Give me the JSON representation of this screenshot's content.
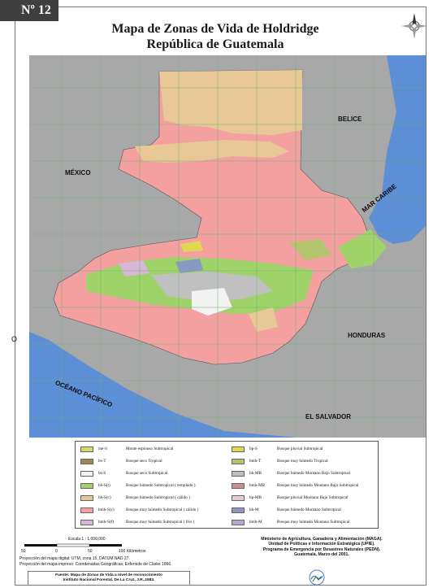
{
  "header": {
    "plate_number": "Nº 12",
    "title_line1": "Mapa de Zonas de Vida de Holdridge",
    "title_line2": "República de Guatemala"
  },
  "map_labels": {
    "belize": "BELICE",
    "mexico": "MÉXICO",
    "caribbean": "MAR CARIBE",
    "honduras": "HONDURAS",
    "el_salvador": "EL SALVADOR",
    "pacific": "OCÉANO PACÍFICO"
  },
  "side_mark": "O",
  "colors": {
    "land_gray": "#a8a8a8",
    "sea_blue": "#5c8fd6",
    "grid_green": "#6fae78",
    "frame": "#777777"
  },
  "legend": {
    "items": [
      {
        "code": "me-S",
        "desc": "Monte espinoso Subtropical",
        "color": "#d9d86b"
      },
      {
        "code": "bs-T",
        "desc": "Bosque seco Tropical",
        "color": "#9c8a52"
      },
      {
        "code": "bs-S",
        "desc": "Bosque seco Subtropical",
        "color": "#f2f2f2"
      },
      {
        "code": "bh-S(t)",
        "desc": "Bosque húmedo Subtropical ( templado )",
        "color": "#9fd36a"
      },
      {
        "code": "bh-S(c)",
        "desc": "Bosque húmedo Subtropical ( cálido )",
        "color": "#e8c896"
      },
      {
        "code": "bmh-S(c)",
        "desc": "Bosque muy húmedo Subtropical ( cálido )",
        "color": "#f4a0a0"
      },
      {
        "code": "bmh-S(f)",
        "desc": "Bosque muy húmedo Subtropical ( frío )",
        "color": "#d8b6d8"
      },
      {
        "code": "bp-S",
        "desc": "Bosque pluvial Subtropical",
        "color": "#e0d850"
      },
      {
        "code": "bmh-T",
        "desc": "Bosque muy húmedo Tropical",
        "color": "#b4c46e"
      },
      {
        "code": "bh-MB",
        "desc": "Bosque húmedo Montano Bajo Subtropical",
        "color": "#c0c0c0"
      },
      {
        "code": "bmh-MB",
        "desc": "Bosque muy húmedo Montano Bajo Subtropical",
        "color": "#c89090"
      },
      {
        "code": "bp-MB",
        "desc": "Bosque pluvial Montano Bajo Subtropical",
        "color": "#e6c8d8"
      },
      {
        "code": "bh-M",
        "desc": "Bosque húmedo Montano Subtropical",
        "color": "#8a98c4"
      },
      {
        "code": "bmh-M",
        "desc": "Bosque muy húmedo Montano Subtropical",
        "color": "#b8a4cc"
      }
    ]
  },
  "scale": {
    "label": "Escala   1 : 1,000,000",
    "ticks": [
      "50",
      "0",
      "50",
      "100  Kilómetros"
    ],
    "proj1": "Proyección del mapa digital: UTM, zona 15, DATUM NAD 27.",
    "proj2": "Proyección del mapa impreso: Coordenadas Geográficas, Esferoide de Clarke 1866."
  },
  "ministry": {
    "line1": "Ministerio de Agricultura, Ganadería y Alimentación  (MAGA).",
    "line2": "Unidad de Políticas e Información Estratégica (UPIE).",
    "line3": "Programa de Emergencia por Desastres Naturales (PEDN).",
    "line4": "Guatemala, Marzo del  2001."
  },
  "source": {
    "line1": "Fuente: Mapa de Zonas de Vida a nivel de reconocimiento",
    "line2": "Instituto Nacional Forestal. De La Cruz, J.R.,1983."
  }
}
